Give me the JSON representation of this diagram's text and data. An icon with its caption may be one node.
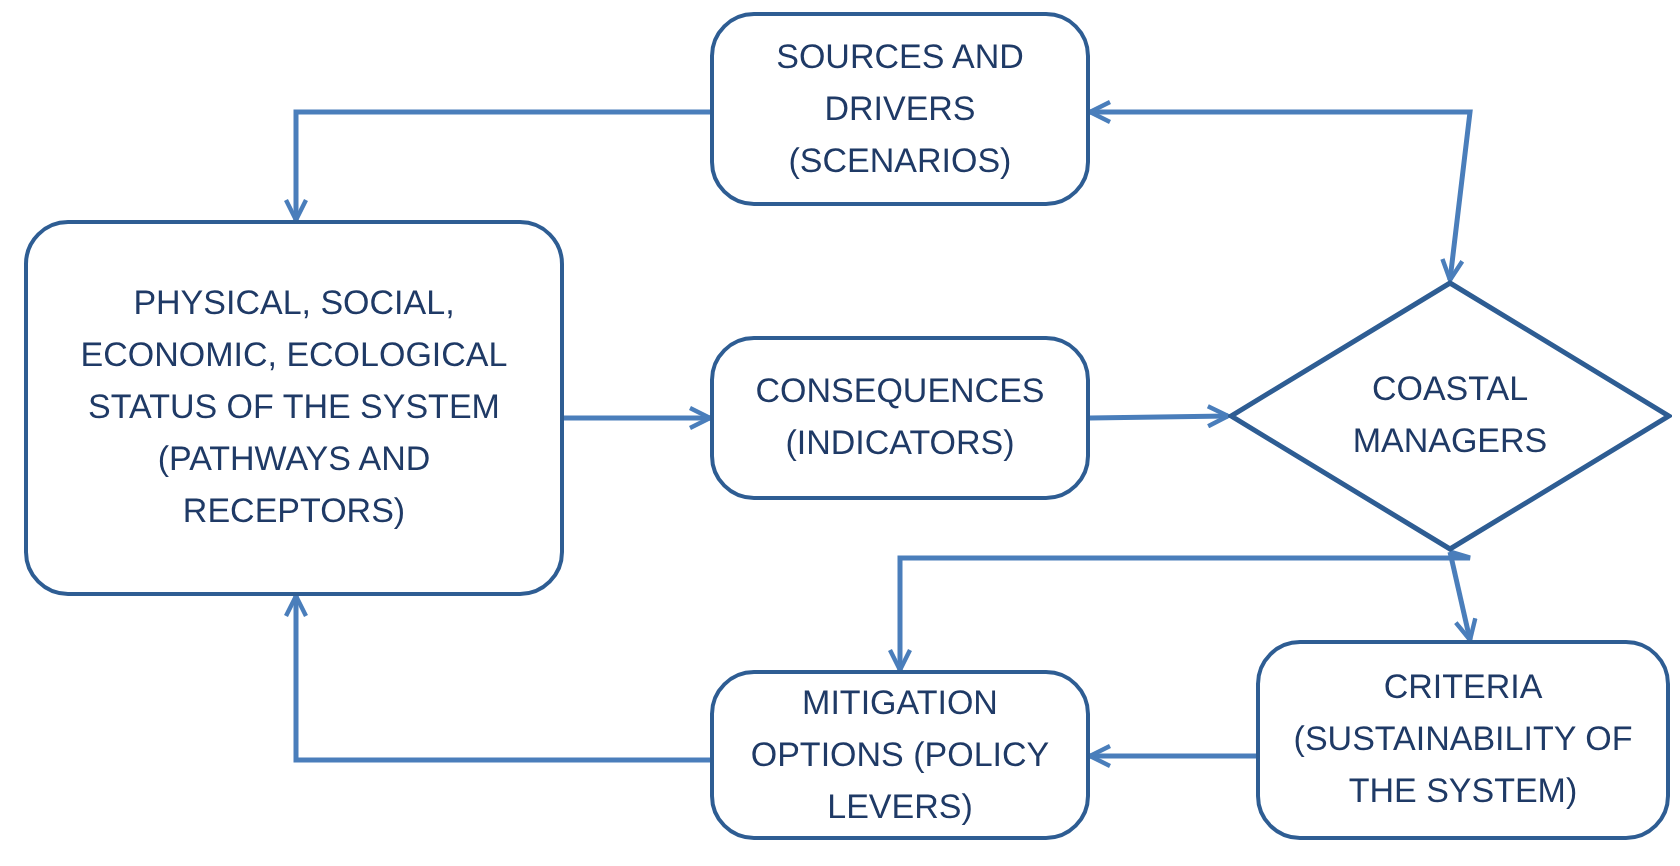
{
  "diagram": {
    "nodes": [
      {
        "text": [
          "SOURCES AND DRIVERS (SCENARIOS)"
        ]
      },
      {
        "text": [
          "PHYSICAL, SOCIAL, ECONOMIC, ECOLOGICAL STATUS OF THE SYSTEM (PATHWAYS AND RECEPTORS)"
        ]
      },
      {
        "text": [
          "CONSEQUENCES (INDICATORS)"
        ]
      },
      {
        "text": [
          "COASTAL MANAGERS"
        ]
      },
      {
        "text": [
          "MITIGATION OPTIONS (POLICY LEVERS)"
        ]
      },
      {
        "text": [
          "CRITERIA (SUSTAINABILITY OF THE SYSTEM)"
        ]
      }
    ],
    "edges": [
      {
        "from": 0,
        "to": 1,
        "arrow": "to"
      },
      {
        "from": 0,
        "to": 3,
        "arrow": "both"
      },
      {
        "from": 1,
        "to": 2,
        "arrow": "to"
      },
      {
        "from": 2,
        "to": 3,
        "arrow": "to"
      },
      {
        "from": 3,
        "to": 5,
        "arrow": "to"
      },
      {
        "from": 3,
        "to": 4,
        "arrow": "to"
      },
      {
        "from": 5,
        "to": 4,
        "arrow": "to"
      },
      {
        "from": 4,
        "to": 1,
        "arrow": "to"
      }
    ]
  }
}
